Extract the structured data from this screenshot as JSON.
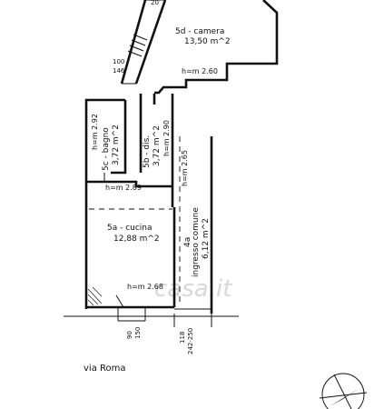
{
  "rooms": {
    "camera": {
      "name": "5d - camera",
      "area": "13,50 m^2",
      "height": "h=m 2.60"
    },
    "bagno": {
      "name": "5c - bagno",
      "area": "3,72 m^2",
      "height": "h=m 2.92"
    },
    "dis": {
      "name": "5b - dis.",
      "area": "3,72 m^2",
      "height": "h=m 2.90"
    },
    "dis_height2": "h=m 2.65",
    "bagno_height2": "h=m 2.89",
    "cucina": {
      "name": "5a - cucina",
      "area": "12,88 m^2",
      "height": "h=m 2.68"
    },
    "ingresso": {
      "code": "4a",
      "name": "ingresso comune",
      "area": "6,12 m^2"
    }
  },
  "dimensions": {
    "top_window_a": "100",
    "top_window_b": "146",
    "top_corner": "20",
    "bottom_left_a": "90",
    "bottom_left_b": "150",
    "bottom_right_a": "118",
    "bottom_right_b": "242-250"
  },
  "street": "via Roma",
  "watermark": "casa.it",
  "icons": {
    "north": "north-arrow-icon"
  }
}
